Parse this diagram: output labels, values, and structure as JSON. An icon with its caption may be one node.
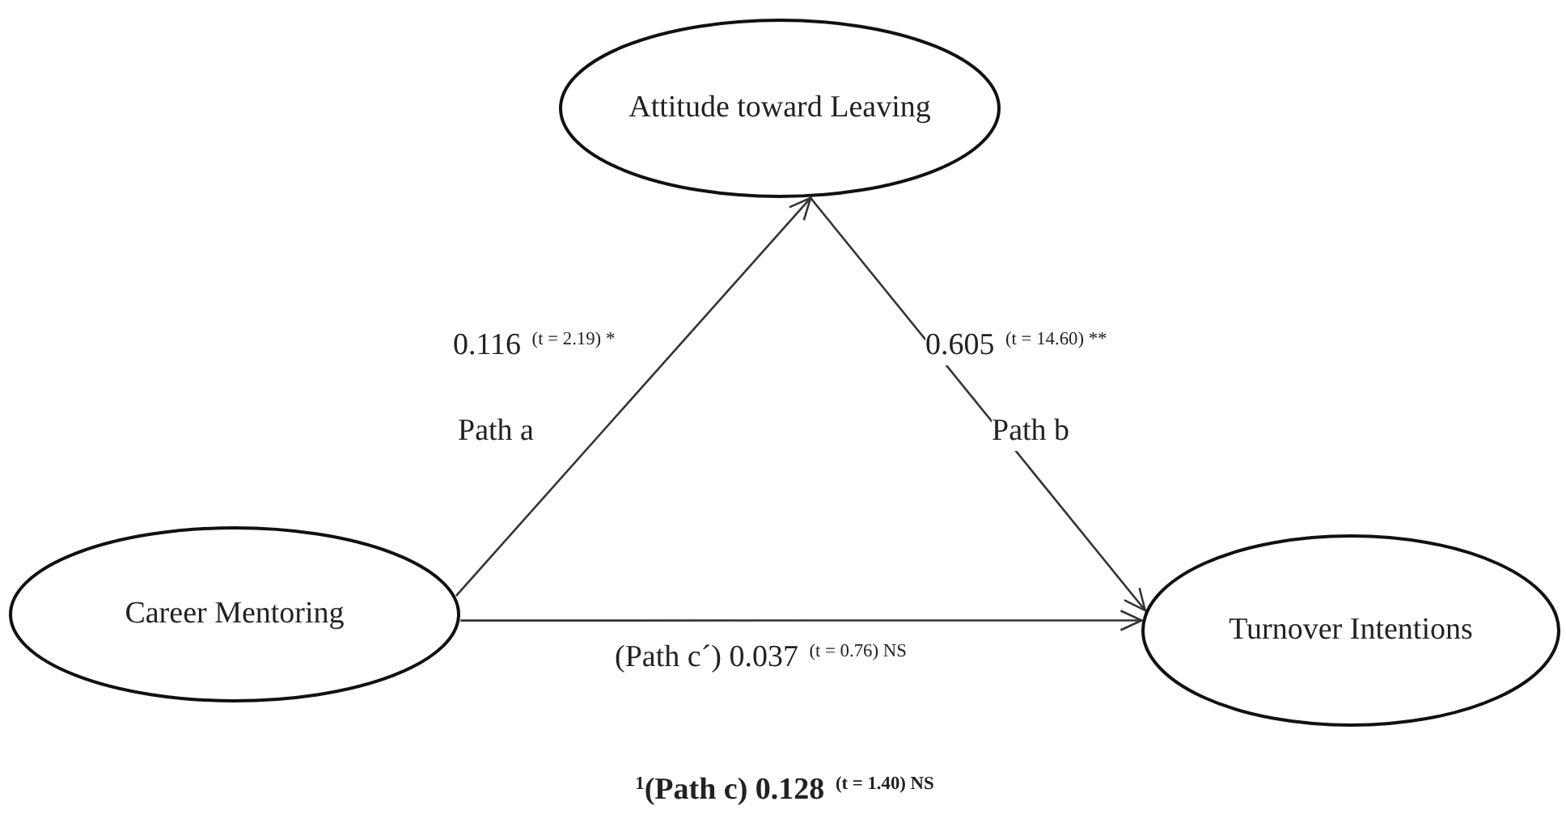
{
  "diagram": {
    "caption": "$^{1}$(Path c) 0.128 $^{(t = 1.40) NS}$",
    "nodes": [
      {
        "text": [
          "Attitude toward Leaving"
        ]
      },
      {
        "text": [
          "Career Mentoring"
        ]
      },
      {
        "text": [
          "Turnover Intentions"
        ]
      }
    ],
    "edges": [
      {
        "from": 1,
        "to": 0,
        "arrow": "to",
        "label": "0.116 $^{(t = 2.19) *}$"
      },
      {
        "from": 0,
        "to": 2,
        "arrow": "to",
        "label": "0.605 $^{(t = 14.60) **}$"
      },
      {
        "from": 1,
        "to": 2,
        "arrow": "to",
        "label": "(Path c´) 0.037 $^{(t = 0.76) NS}$"
      }
    ],
    "labels": [
      "Path a",
      "Path b"
    ]
  }
}
